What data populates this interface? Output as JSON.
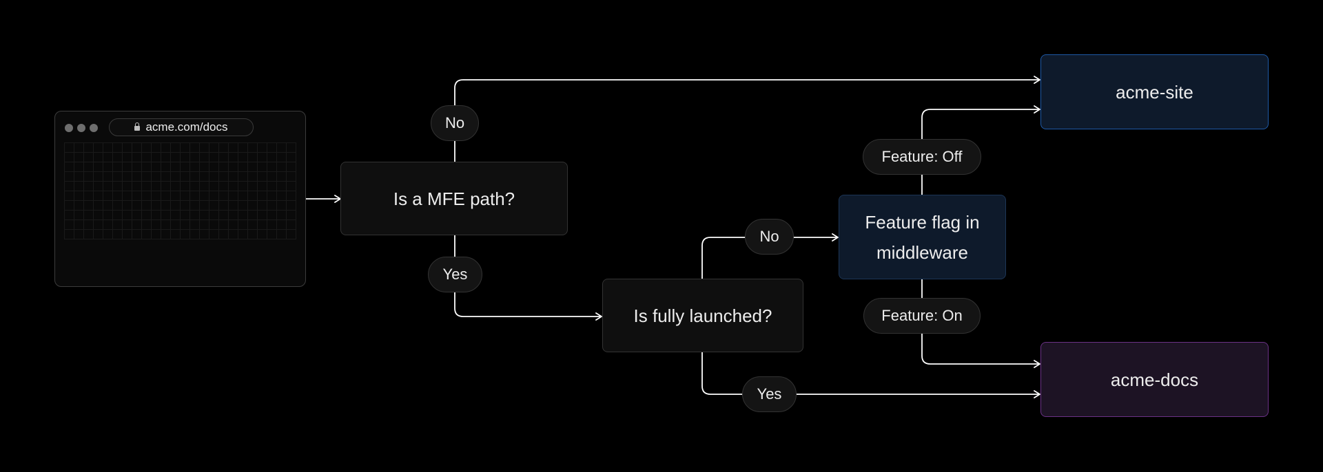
{
  "browser": {
    "url": "acme.com/docs"
  },
  "nodes": {
    "mfe_path": "Is a MFE path?",
    "fully_launched": "Is fully launched?",
    "feature_flag": "Feature flag in middleware",
    "acme_site": "acme-site",
    "acme_docs": "acme-docs"
  },
  "edge_labels": {
    "mfe_no": "No",
    "mfe_yes": "Yes",
    "launched_no": "No",
    "launched_yes": "Yes",
    "feature_off": "Feature: Off",
    "feature_on": "Feature: On"
  },
  "colors": {
    "line": "#ffffff",
    "site_border": "#1e5aa8",
    "docs_border": "#6b3186"
  }
}
